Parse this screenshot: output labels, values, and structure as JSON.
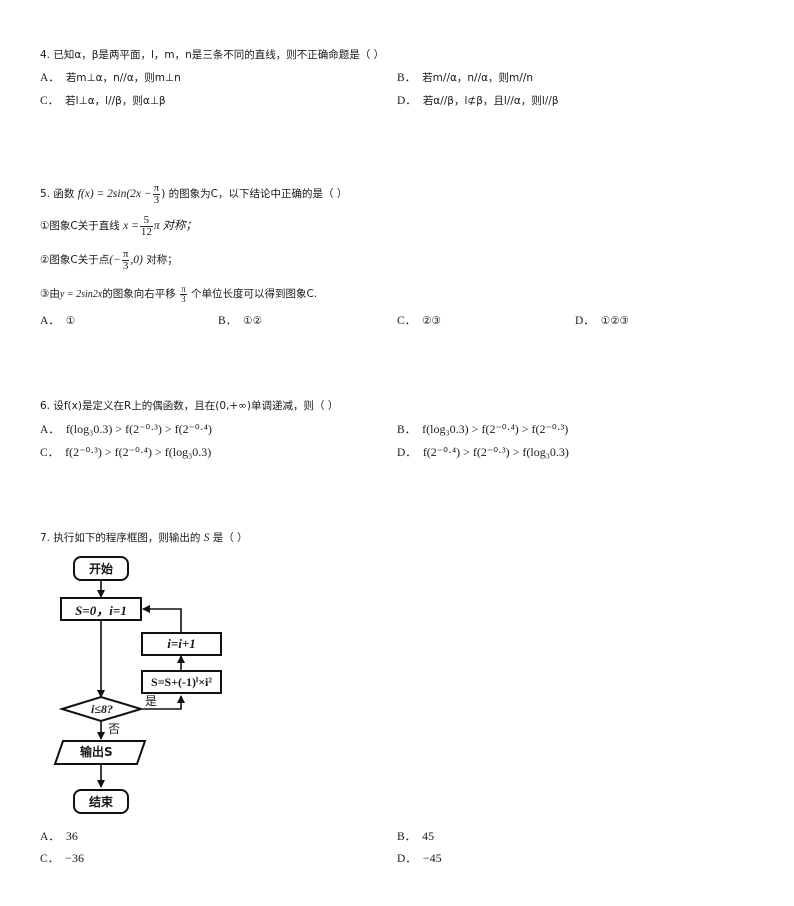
{
  "q4": {
    "stem": "4. 已知α，β是两平面，l，m，n是三条不同的直线，则不正确命题是（  ）",
    "options": [
      {
        "label": "A．",
        "text": "若m⊥α，n//α，则m⊥n"
      },
      {
        "label": "B．",
        "text": "若m//α，n//α，则m//n"
      },
      {
        "label": "C．",
        "text": "若l⊥α，l//β，则α⊥β"
      },
      {
        "label": "D．",
        "text": "若α//β，l⊄β，且l//α，则l//β"
      }
    ]
  },
  "q5": {
    "stem_prefix": "5. 函数",
    "stem_func": "f(x) = 2sin(2x −",
    "stem_frac_num": "π",
    "stem_frac_den": "3",
    "stem_suffix": ") 的图象为C，以下结论中正确的是（  ）",
    "s1_prefix": "①图象C关于直线",
    "s1_math": "x =",
    "s1_frac_num": "5",
    "s1_frac_den": "12",
    "s1_suffix": "π 对称；",
    "s2_prefix": "②图象C关于点",
    "s2_math_a": "(−",
    "s2_frac_num": "π",
    "s2_frac_den": "3",
    "s2_math_b": ",0)",
    "s2_suffix": "对称；",
    "s3_prefix": "③由",
    "s3_math": "y = 2sin2x",
    "s3_mid": "的图象向右平移",
    "s3_frac_num": "π",
    "s3_frac_den": "3",
    "s3_suffix": "个单位长度可以得到图象C.",
    "options": [
      {
        "label": "A．",
        "text": "①"
      },
      {
        "label": "B．",
        "text": "①②"
      },
      {
        "label": "C．",
        "text": "②③"
      },
      {
        "label": "D．",
        "text": "①②③"
      }
    ]
  },
  "q6": {
    "stem": "6. 设f(x)是定义在R上的偶函数，且在(0,+∞)单调递减，则（  ）",
    "options": [
      {
        "label": "A．",
        "text": "f(log₃0.3) > f(2⁻⁰·³) > f(2⁻⁰·⁴)"
      },
      {
        "label": "B．",
        "text": "f(log₃0.3) > f(2⁻⁰·⁴) > f(2⁻⁰·³)"
      },
      {
        "label": "C．",
        "text": "f(2⁻⁰·³) > f(2⁻⁰·⁴) > f(log₃0.3)"
      },
      {
        "label": "D．",
        "text": "f(2⁻⁰·⁴) > f(2⁻⁰·³) > f(log₃0.3)"
      }
    ]
  },
  "q7": {
    "stem_prefix": "7. 执行如下的程序框图，则输出的",
    "stem_var": "S",
    "stem_suffix": "是（  ）",
    "flowchart": {
      "start": "开始",
      "init": "S=0，i=1",
      "increment": "i=i+1",
      "update": "S=S+(-1)ⁱ×i²",
      "condition": "i≤8?",
      "yes": "是",
      "no": "否",
      "output": "输出S",
      "end": "结束"
    },
    "options": [
      {
        "label": "A．",
        "text": "36"
      },
      {
        "label": "B．",
        "text": "45"
      },
      {
        "label": "C．",
        "text": "−36"
      },
      {
        "label": "D．",
        "text": "−45"
      }
    ]
  }
}
